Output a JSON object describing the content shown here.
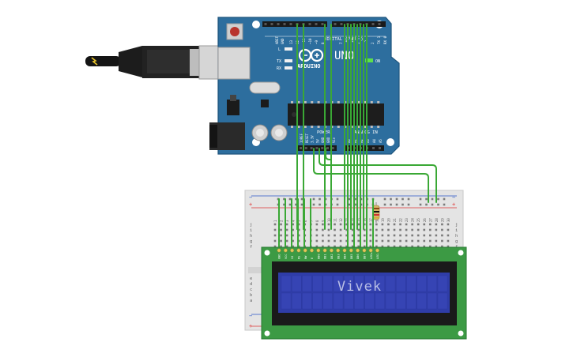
{
  "board": {
    "brand_label": "ARDUINO",
    "model_label": "UNO",
    "on_label": "ON",
    "digital_label": "DIGITAL (PWM ~)",
    "power_label": "POWER",
    "analog_label": "ANALOG IN",
    "led_l_label": "L",
    "led_tx_label": "TX",
    "led_rx_label": "RX",
    "top_pin_labels": [
      "AREF",
      "GND",
      "13",
      "12",
      "~11",
      "~10",
      "~9",
      "8",
      "7",
      "~6",
      "~5",
      "4",
      "~3",
      "2",
      "TX 1",
      "RX 0"
    ],
    "power_pin_labels": [
      "IOREF",
      "RESET",
      "3.3V",
      "5V",
      "GND",
      "GND",
      "Vin"
    ],
    "analog_pin_labels": [
      "A0",
      "A1",
      "A2",
      "A3",
      "A4",
      "A5"
    ]
  },
  "breadboard": {
    "column_numbers": [
      "1",
      "2",
      "3",
      "4",
      "5",
      "6",
      "7",
      "8",
      "9",
      "10",
      "11",
      "12",
      "13",
      "14",
      "15",
      "16",
      "17",
      "18",
      "19",
      "20",
      "21",
      "22",
      "23",
      "24",
      "25",
      "26",
      "27",
      "28",
      "29",
      "30"
    ],
    "row_letters_bottom": [
      "a",
      "b",
      "c",
      "d",
      "e"
    ],
    "row_letters_top": [
      "j",
      "i",
      "h",
      "g",
      "f"
    ]
  },
  "lcd": {
    "display_text": "Vivek",
    "pin_labels": [
      "GND",
      "VCC",
      "V0",
      "RS",
      "RW",
      "E",
      "DB0",
      "DB1",
      "DB2",
      "DB3",
      "DB4",
      "DB5",
      "DB6",
      "DB7",
      "LED+",
      "LED-"
    ]
  },
  "colors": {
    "board_blue": "#2d6e9e",
    "breadboard": "#e4e4e4",
    "wire_green": "#3aa835",
    "lcd_pcb": "#3c9a44",
    "lcd_screen": "#2f3da8"
  }
}
